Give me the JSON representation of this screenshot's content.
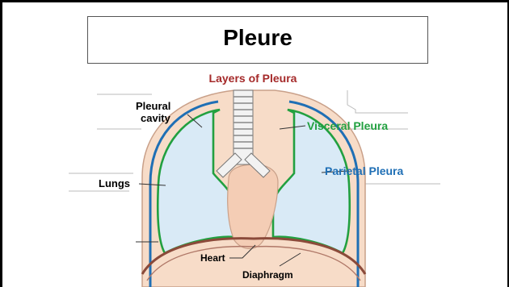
{
  "title": "Pleure",
  "diagram": {
    "heading": "Layers of Pleura",
    "labels": {
      "pleural_cavity_line1": "Pleural",
      "pleural_cavity_line2": "cavity",
      "visceral": "Visceral Pleura",
      "parietal": "Parietal Pleura",
      "lungs": "Lungs",
      "heart": "Heart",
      "diaphragm": "Diaphragm"
    }
  },
  "colors": {
    "heading": "#A52A2A",
    "visceral": "#22A040",
    "parietal": "#1F6FB5",
    "lung_fill": "#D9EAF6",
    "tissue": "#F7DCC8",
    "heart": "#F4CDB5",
    "diaphragm": "#8B4A3A"
  }
}
